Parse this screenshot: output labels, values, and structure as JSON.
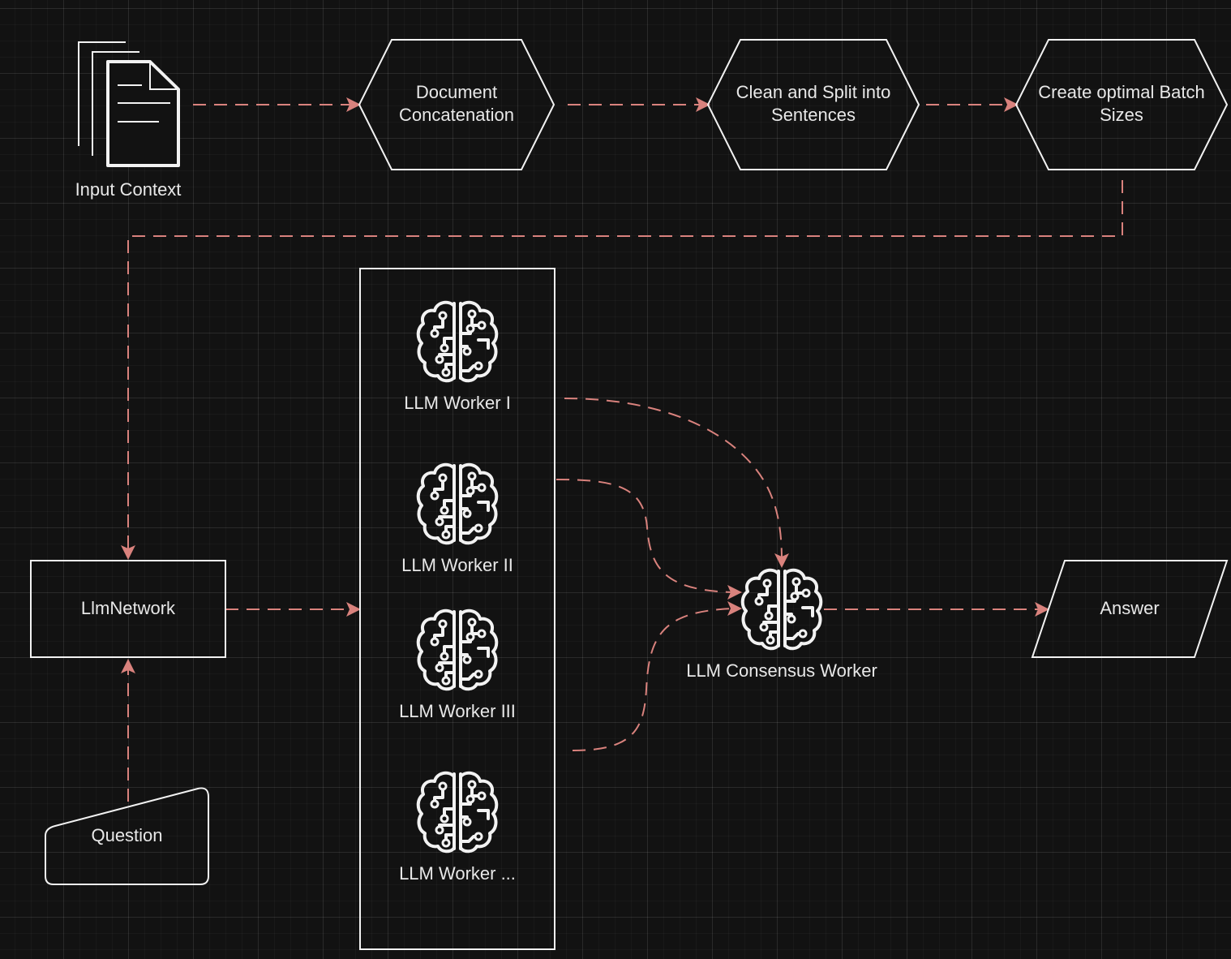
{
  "diagram": {
    "nodes": {
      "input_context": {
        "label": "Input Context",
        "icon": "documents-icon"
      },
      "document_concatenation": {
        "label": "Document\nConcatenation",
        "shape": "hexagon"
      },
      "clean_split": {
        "label": "Clean and Split into\nSentences",
        "shape": "hexagon"
      },
      "batch_sizes": {
        "label": "Create optimal Batch\nSizes",
        "shape": "hexagon"
      },
      "llm_network": {
        "label": "LlmNetwork",
        "shape": "rectangle"
      },
      "question": {
        "label": "Question",
        "shape": "manual-input"
      },
      "workers_group": {
        "shape": "rectangle"
      },
      "worker_1": {
        "label": "LLM Worker I",
        "icon": "brain-circuit-icon"
      },
      "worker_2": {
        "label": "LLM Worker II",
        "icon": "brain-circuit-icon"
      },
      "worker_3": {
        "label": "LLM Worker III",
        "icon": "brain-circuit-icon"
      },
      "worker_4": {
        "label": "LLM Worker ...",
        "icon": "brain-circuit-icon"
      },
      "consensus": {
        "label": "LLM Consensus Worker",
        "icon": "brain-circuit-icon"
      },
      "answer": {
        "label": "Answer",
        "shape": "parallelogram"
      }
    },
    "edges": [
      {
        "from": "input_context",
        "to": "document_concatenation"
      },
      {
        "from": "document_concatenation",
        "to": "clean_split"
      },
      {
        "from": "clean_split",
        "to": "batch_sizes"
      },
      {
        "from": "batch_sizes",
        "to": "llm_network"
      },
      {
        "from": "question",
        "to": "llm_network"
      },
      {
        "from": "llm_network",
        "to": "workers_group"
      },
      {
        "from": "worker_1",
        "to": "consensus"
      },
      {
        "from": "worker_2",
        "to": "consensus"
      },
      {
        "from": "worker_3",
        "to": "consensus"
      },
      {
        "from": "consensus",
        "to": "answer"
      }
    ],
    "colors": {
      "background": "#121212",
      "node_stroke": "#f2f2f2",
      "edge": "#d9827d",
      "text": "#e8e8e8"
    }
  }
}
